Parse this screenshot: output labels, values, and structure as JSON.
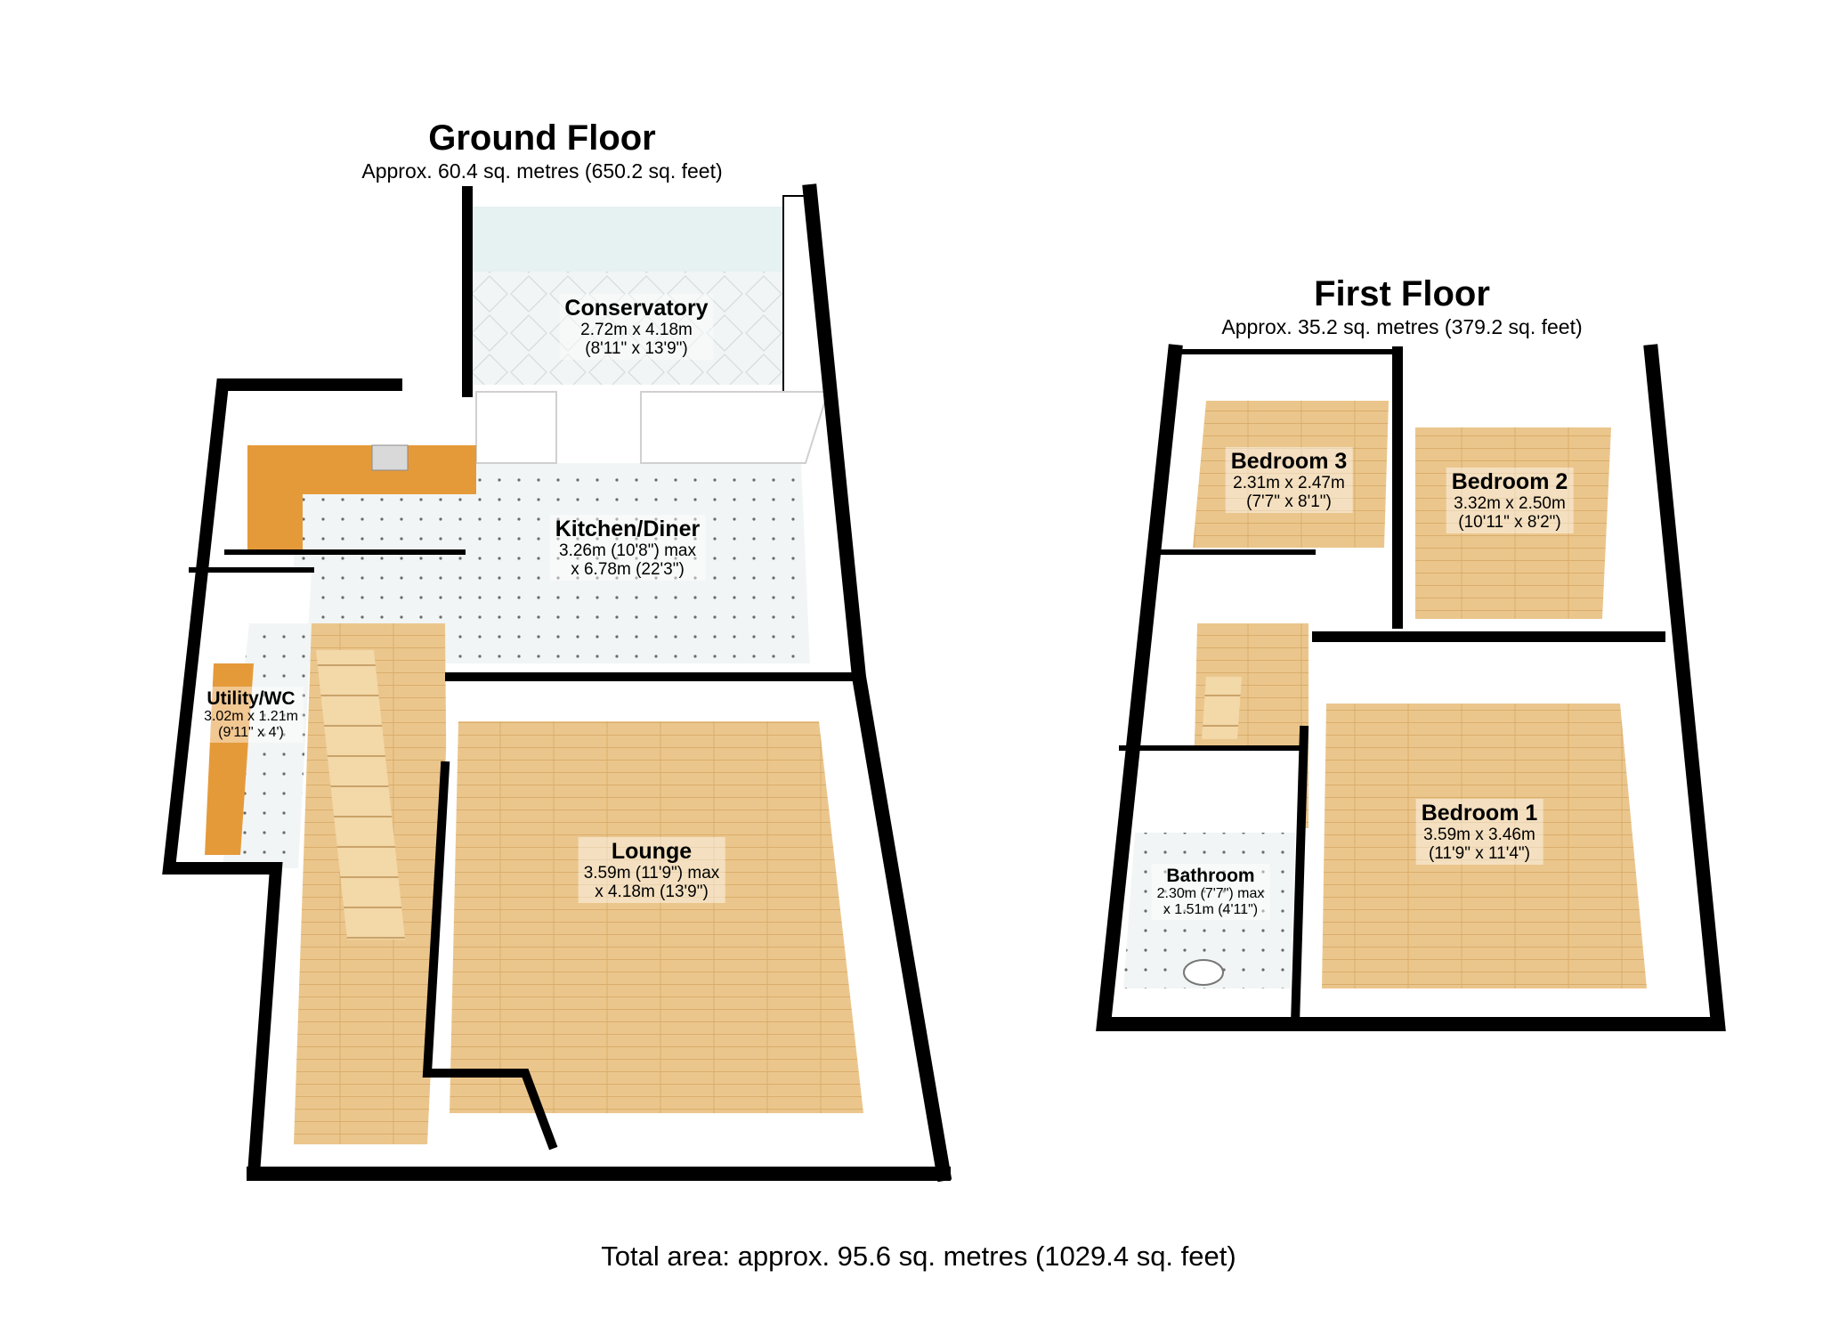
{
  "ground_floor": {
    "title": "Ground Floor",
    "area": "Approx. 60.4 sq. metres (650.2 sq. feet)",
    "rooms": [
      {
        "name": "Conservatory",
        "dim1": "2.72m x 4.18m",
        "dim2": "(8'11\" x 13'9\")"
      },
      {
        "name": "Kitchen/Diner",
        "dim1": "3.26m (10'8\") max",
        "dim2": "x 6.78m (22'3\")"
      },
      {
        "name": "Utility/WC",
        "dim1": "3.02m x 1.21m",
        "dim2": "(9'11\" x 4')"
      },
      {
        "name": "Lounge",
        "dim1": "3.59m (11'9\") max",
        "dim2": "x 4.18m (13'9\")"
      }
    ]
  },
  "first_floor": {
    "title": "First Floor",
    "area": "Approx. 35.2 sq. metres (379.2 sq. feet)",
    "rooms": [
      {
        "name": "Bedroom 3",
        "dim1": "2.31m x 2.47m",
        "dim2": "(7'7\" x 8'1\")"
      },
      {
        "name": "Bedroom 2",
        "dim1": "3.32m x 2.50m",
        "dim2": "(10'11\" x 8'2\")"
      },
      {
        "name": "Bedroom 1",
        "dim1": "3.59m x 3.46m",
        "dim2": "(11'9\" x 11'4\")"
      },
      {
        "name": "Bathroom",
        "dim1": "2.30m (7'7\") max",
        "dim2": "x 1.51m (4'11\")"
      }
    ]
  },
  "total_area": "Total area: approx. 95.6 sq. metres (1029.4 sq. feet)",
  "colors": {
    "wall": "#000000",
    "wood_floor": "#e9c48a",
    "tile_floor": "#eef2f2",
    "worktop": "#e59a3a"
  }
}
